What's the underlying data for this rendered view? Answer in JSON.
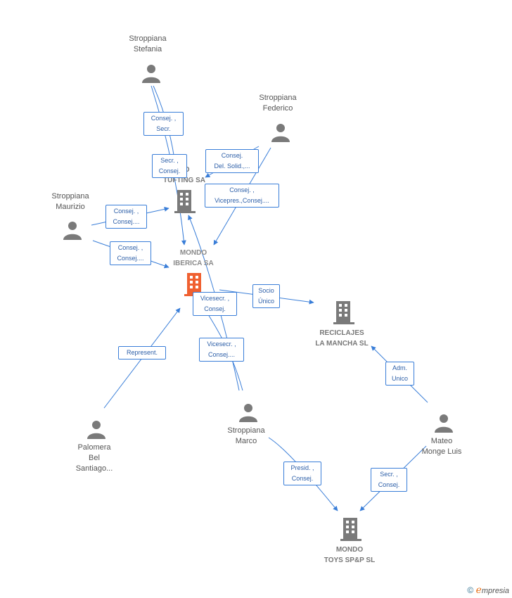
{
  "nodes": {
    "stefania": {
      "label": "Stroppiana\nStefania"
    },
    "federico": {
      "label": "Stroppiana\nFederico"
    },
    "maurizio": {
      "label": "Stroppiana\nMaurizio"
    },
    "marco": {
      "label": "Stroppiana\nMarco"
    },
    "palomera": {
      "label": "Palomera\nBel\nSantiago..."
    },
    "mateo": {
      "label": "Mateo\nMonge Luis"
    },
    "tufting": {
      "label": "DO\nTUFTING SA"
    },
    "iberica": {
      "label": "MONDO\nIBERICA SA"
    },
    "reciclajes": {
      "label": "RECICLAJES\nLA MANCHA SL"
    },
    "toys": {
      "label": "MONDO\nTOYS SP&P SL"
    }
  },
  "relations": {
    "r1": "Consej. ,\nSecr.",
    "r2": "Secr. ,\nConsej.",
    "r3": "Consej.\nDel. Solid.,...",
    "r4": "Consej. ,\nVicepres.,Consej....",
    "r5": "Consej. ,\nConsej....",
    "r6": "Consej. ,\nConsej....",
    "r7": "Vicesecr. ,\nConsej.",
    "r8": "Socio\nÚnico",
    "r9": "Vicesecr. ,\nConsej....",
    "r10": "Represent.",
    "r11": "Adm.\nUnico",
    "r12": "Presid. ,\nConsej.",
    "r13": "Secr. ,\nConsej."
  },
  "colors": {
    "edge": "#3a7ed8",
    "person": "#7a7a7a",
    "company": "#7a7a7a",
    "main_company": "#f06030"
  },
  "footer": {
    "copyright": "©",
    "brand_initial": "e",
    "brand": "mpresia"
  }
}
